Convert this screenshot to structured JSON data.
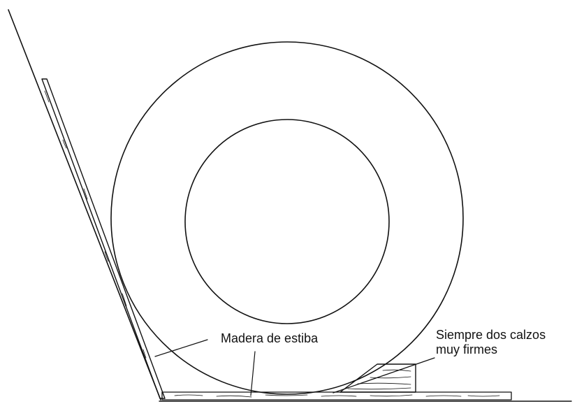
{
  "labels": {
    "dunnage": "Madera de estiba",
    "chocks_line1": "Siempre dos calzos",
    "chocks_line2": "muy firmes"
  },
  "colors": {
    "ink": "#111111",
    "background": "#ffffff"
  }
}
